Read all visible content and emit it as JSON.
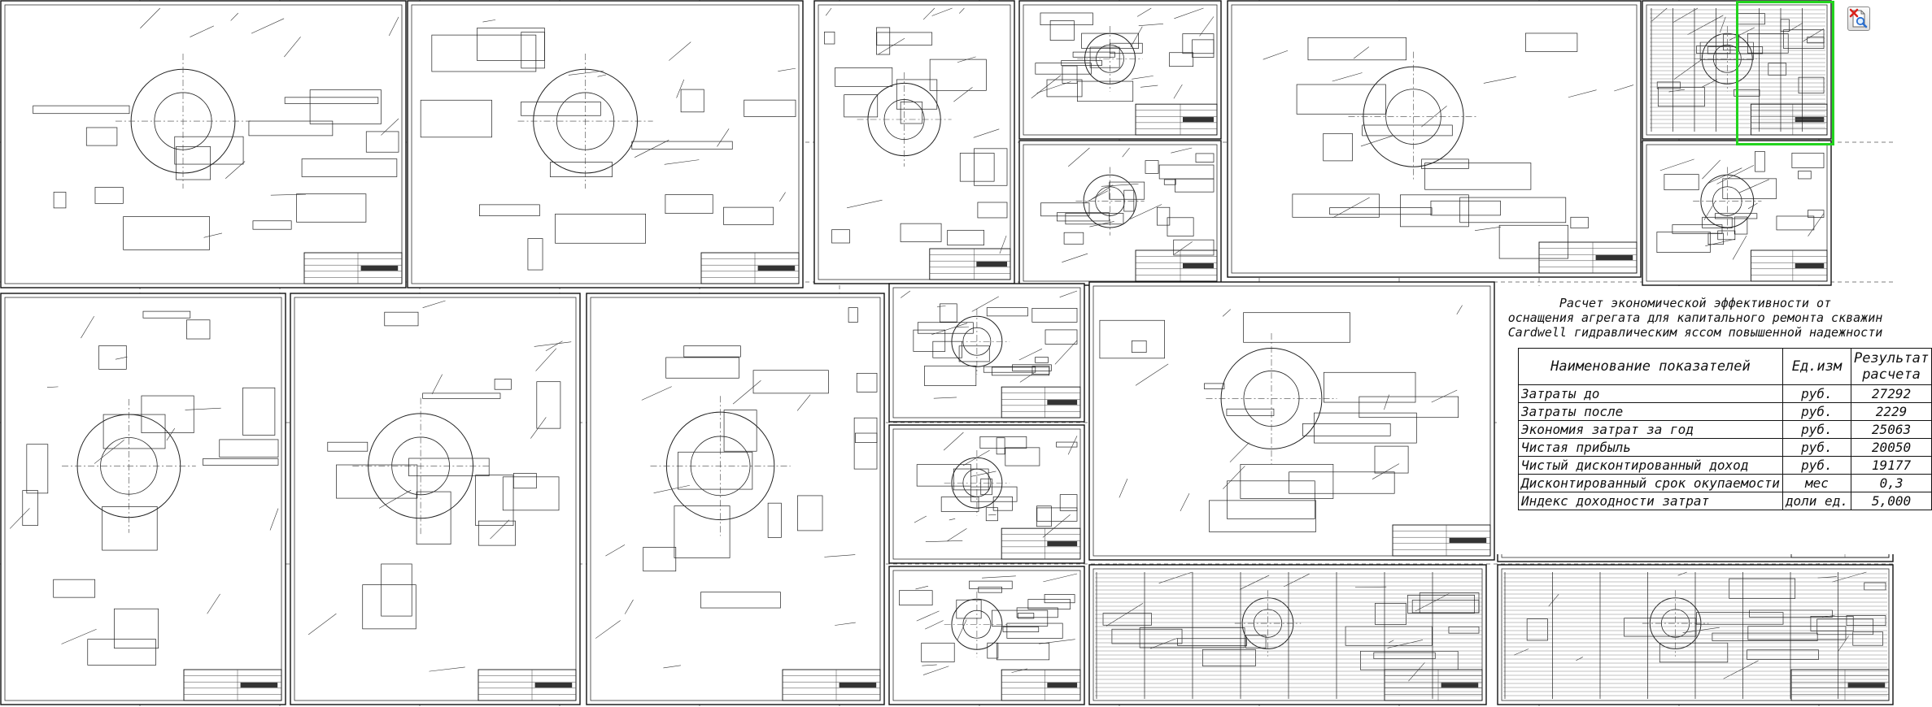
{
  "app": {
    "accent_color": "#22d41e",
    "toolbar_button_icon": "close-magnifier-icon"
  },
  "results_sheet": {
    "title": [
      "Расчет экономической эффективности от",
      "оснащения агрегата для капитального ремонта скважин",
      "Cardwell гидравлическим яссом повышенной надежности"
    ],
    "columns": [
      "Наименование показателей",
      "Ед.изм",
      "Результат расчета"
    ],
    "rows": [
      [
        "Затраты до",
        "руб.",
        "27292"
      ],
      [
        "Затраты после",
        "руб.",
        "2229"
      ],
      [
        "Экономия затрат за год",
        "руб.",
        "25063"
      ],
      [
        "Чистая прибыль",
        "руб.",
        "20050"
      ],
      [
        "Чистый дисконтированный доход",
        "руб.",
        "19177"
      ],
      [
        "Дисконтированный срок окупаемости",
        "мес",
        "0,3"
      ],
      [
        "Индекс доходности затрат",
        "доли ед.",
        "5,000"
      ]
    ]
  }
}
